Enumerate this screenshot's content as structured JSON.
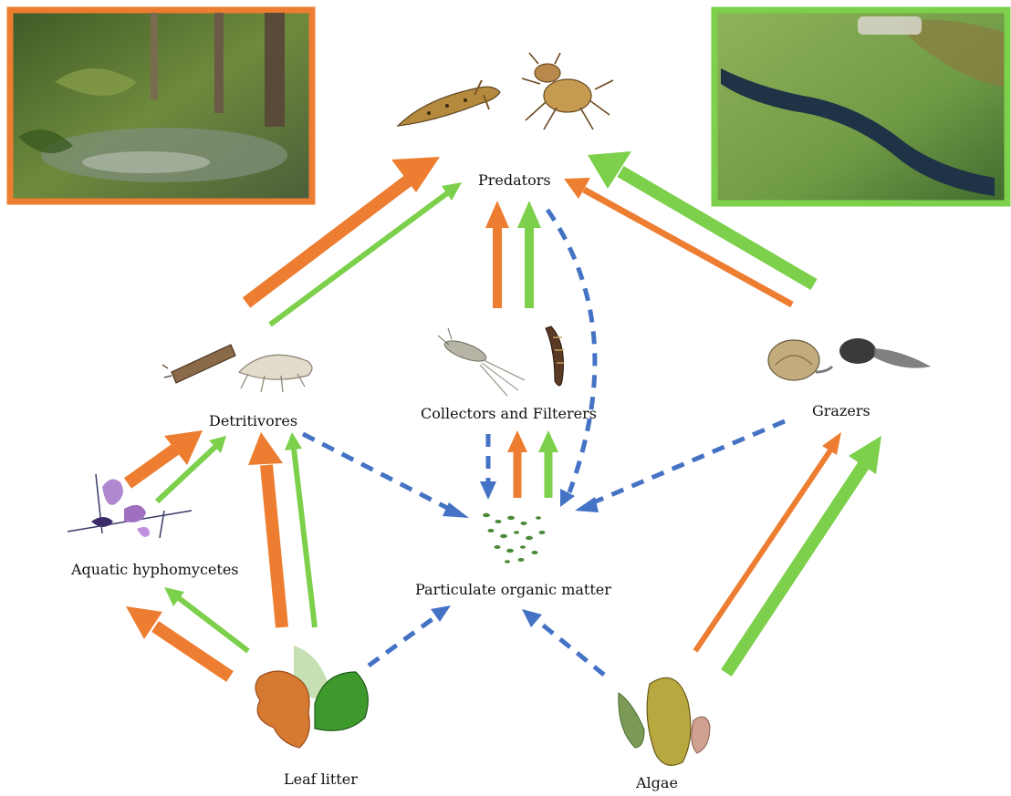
{
  "nodes": {
    "predators": "Predators",
    "detritivores": "Detritivores",
    "collectors": "Collectors and Filterers",
    "grazers": "Grazers",
    "hyphomycetes": "Aquatic hyphomycetes",
    "pom": "Particulate organic matter",
    "leaf_litter": "Leaf litter",
    "algae": "Algae"
  },
  "colors": {
    "forest_stream": "#ed7d31",
    "meadow_stream": "#7dd04b",
    "detrital_flow": "#4472c4"
  }
}
